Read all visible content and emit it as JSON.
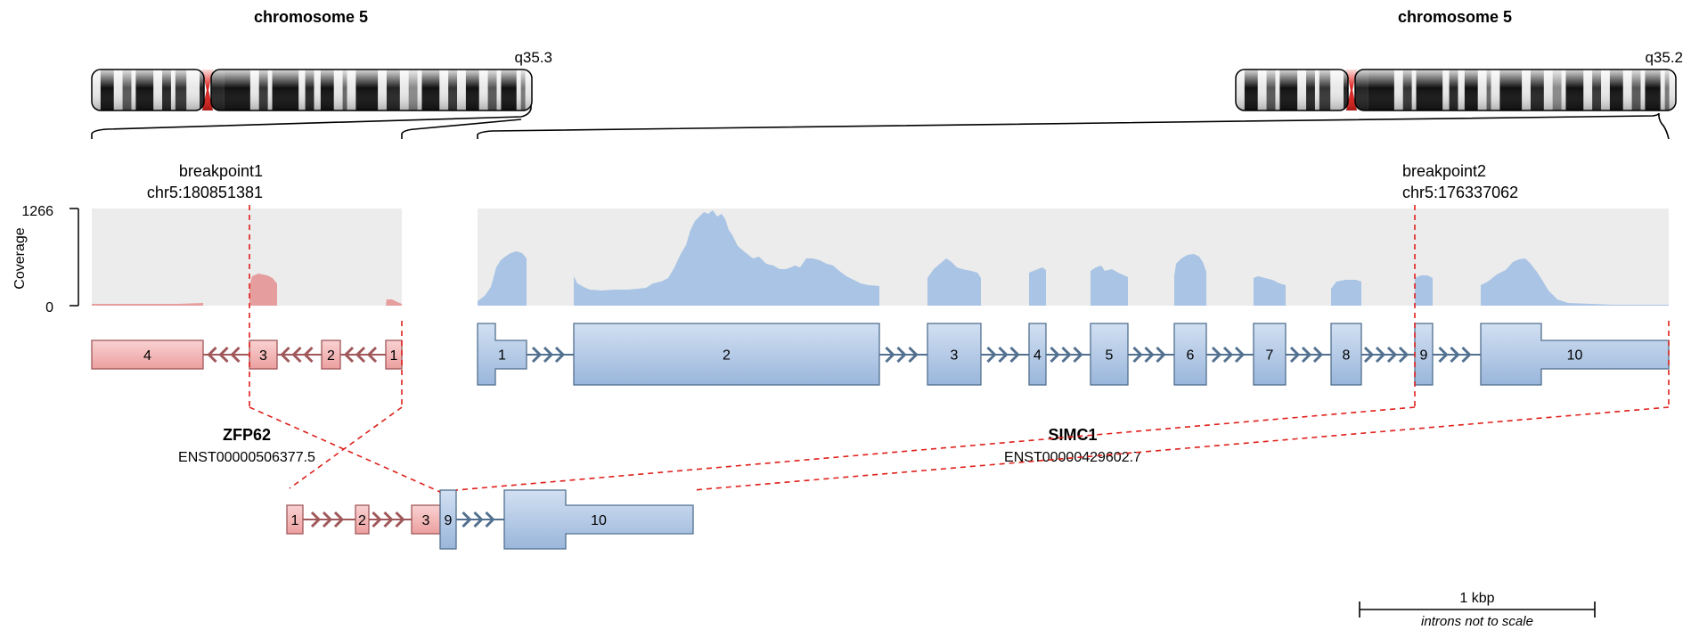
{
  "left": {
    "chromosome_title": "chromosome 5",
    "band": "q35.3",
    "breakpoint_label": "breakpoint1",
    "breakpoint_pos": "chr5:180851381",
    "gene_name": "ZFP62",
    "transcript": "ENST00000506377.5",
    "exons": [
      "4",
      "3",
      "2",
      "1"
    ]
  },
  "right": {
    "chromosome_title": "chromosome 5",
    "band": "q35.2",
    "breakpoint_label": "breakpoint2",
    "breakpoint_pos": "chr5:176337062",
    "gene_name": "SIMC1",
    "transcript": "ENST00000429602.7",
    "exons": [
      "1",
      "2",
      "3",
      "4",
      "5",
      "6",
      "7",
      "8",
      "9",
      "10"
    ]
  },
  "coverage": {
    "axis_title": "Coverage",
    "max_label": "1266",
    "min_label": "0"
  },
  "fusion": {
    "exons": [
      "1",
      "2",
      "3",
      "9",
      "10"
    ]
  },
  "scale": {
    "label": "1 kbp",
    "note": "introns not to scale"
  },
  "colors": {
    "upstream_fill": "#f4b8b8",
    "upstream_stroke": "#a0585a",
    "downstream_fill": "#b8cee8",
    "downstream_stroke": "#52708f",
    "coverage_bg": "#ececec",
    "coverage_up": "#e59d9d",
    "coverage_down": "#a9c4e4",
    "breakpoint_line": "#e0201b"
  }
}
